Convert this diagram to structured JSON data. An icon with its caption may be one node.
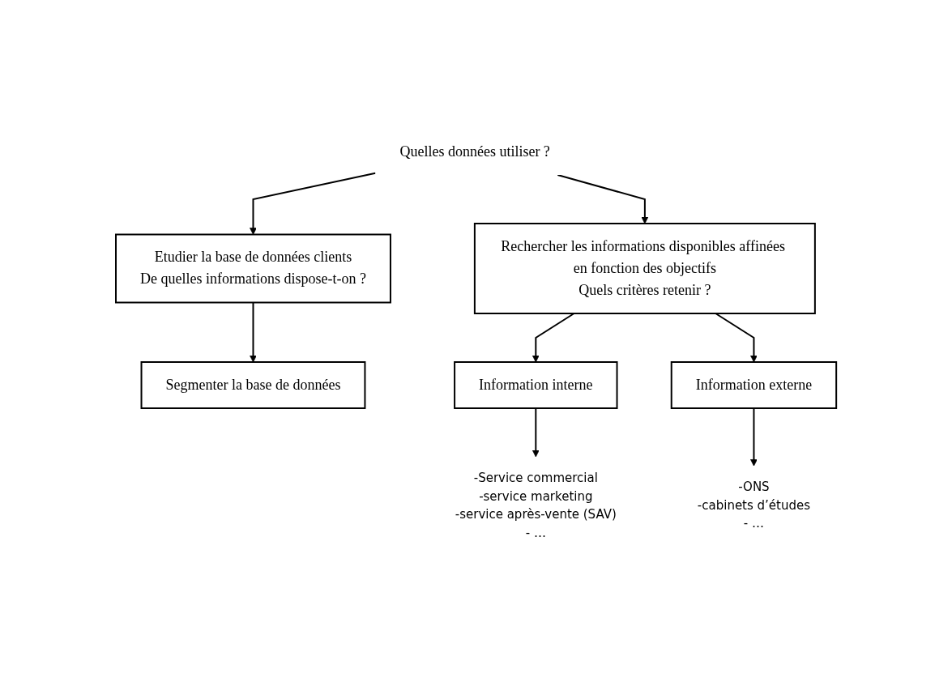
{
  "diagram": {
    "nodes": [
      {
        "text": [
          "Quelles données utiliser ?"
        ]
      },
      {
        "text": [
          "Etudier la base de données clients",
          "De quelles informations dispose-t-on ?"
        ]
      },
      {
        "text": [
          "Rechercher les informations disponibles affinées en fonction des objectifs",
          "Quels critères retenir ?"
        ]
      },
      {
        "text": [
          "Segmenter la base de données"
        ]
      },
      {
        "text": [
          "Information interne"
        ]
      },
      {
        "text": [
          "Information externe"
        ]
      },
      {
        "text": [
          "-Service commercial",
          "-service marketing",
          "-service après-vente (SAV)",
          "- …"
        ]
      },
      {
        "text": [
          "-ONS",
          "-cabinets d’études",
          "- …"
        ]
      }
    ],
    "edges": [
      {
        "from": 0,
        "to": 1,
        "arrow": "to"
      },
      {
        "from": 0,
        "to": 2,
        "arrow": "to"
      },
      {
        "from": 1,
        "to": 3,
        "arrow": "to"
      },
      {
        "from": 2,
        "to": 4,
        "arrow": "to"
      },
      {
        "from": 2,
        "to": 5,
        "arrow": "to"
      },
      {
        "from": 4,
        "to": 6,
        "arrow": "to"
      },
      {
        "from": 5,
        "to": 7,
        "arrow": "to"
      }
    ]
  }
}
